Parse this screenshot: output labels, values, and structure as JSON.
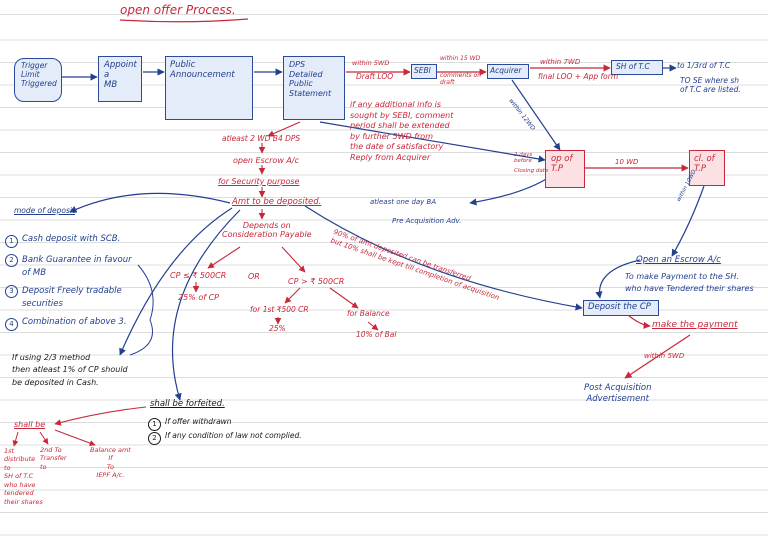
{
  "title": "open offer Process.",
  "flow_boxes": {
    "trigger": "Trigger\nLimit\nTriggered",
    "appoint": "Appoint\na\nMB",
    "public": "Public\nAnnouncement",
    "dps": "DPS\nDetailed\nPublic\nStatement",
    "sebi": "SEBI",
    "acquirer": "Acquirer",
    "sh_tc": "SH of T.C",
    "op_tp": "op of\nT.P",
    "cl_tp": "cl. of\nT.P",
    "deposit_cp": "Deposit the CP"
  },
  "arrow_labels": {
    "within_5wd": "within 5WD",
    "draft_lod": "Draft LOO",
    "within_15wd": "within 15 WD",
    "comments_on_draft": "comments on draft",
    "within_7wd": "within 7WD",
    "final_lod": "final LOO + App form",
    "to_1_3": "to 1/3rd of T.C",
    "within_12wd": "within 12WD",
    "ten_wd": "10 WD",
    "two_days_before": "2 days before",
    "closing_date": "Closing date",
    "atleast_one_day": "atleast one day BA",
    "pre_acq": "Pre Acquisition Adv.",
    "within_10wd": "within 10WD",
    "within_5wd_b": "within 5WD"
  },
  "notes": {
    "to_se": "TO SE where sh\nof T.C are listed.",
    "sebi_note": "if any additional info is\nsought by SEBI, comment\nperiod shall be extended\nby further 5WD from\nthe date of satisfactory\nReply from Acquirer",
    "atleast_2wd": "atleast 2 WD B4 DPS",
    "open_escrow": "open Escrow A/c",
    "security": "for Security purpose",
    "amt_deposited": "Amt to be deposited.",
    "depends": "Depends on\nConsideration Payable",
    "cp_le": "CP ≤ ₹ 500CR",
    "or": "OR",
    "cp_gt": "CP > ₹ 500CR",
    "pct25_cp": "25% of CP",
    "first_500": "for 1st ₹500 CR",
    "pct25": "25%",
    "balance": "for Balance",
    "pct10_bal": "10% of Bal",
    "transfer_note": "90% of amt deposited can be transferred\nbut 10% shall be kept till completion of acquisition",
    "mode_deposit": "mode of deposit",
    "mode_1": "Cash deposit with SCB.",
    "mode_2": "Bank Guarantee in favour\nof MB",
    "mode_3": "Deposit Freely tradable\nsecurities",
    "mode_4": "Combination of above 3.",
    "using_2_3": "If using 2/3 method\nthen atleast 1% of CP should\nbe deposited in Cash.",
    "forfeited": "shall be forfeited.",
    "forf_1": "If offer withdrawn",
    "forf_2": "If any condition of law not complied.",
    "shall_be": "shall be",
    "dist": "1st\ndistribute\nto\nSH of T.C\nwho have\ntendered\ntheir shares",
    "to_transfer": "2nd To\nTransfer\nto",
    "balance_amt": "Balance amt\nIf\nTo\nIEPF A/c.",
    "open_escrow_2": "Open an Escrow A/c",
    "make_payment_note": "To make Payment to the SH.\nwho have Tendered their shares",
    "make_payment": "make the payment",
    "post_acq": "Post Acquisition\nAdvertisement"
  },
  "circle_numbers": [
    "1",
    "2",
    "3",
    "4",
    "1",
    "2"
  ],
  "colors": {
    "red": "#c8283a",
    "blue": "#23408f",
    "box_fill": "#e3ecf8",
    "box_border": "#2b4a9a",
    "red_box_fill": "#fbe1e4"
  }
}
